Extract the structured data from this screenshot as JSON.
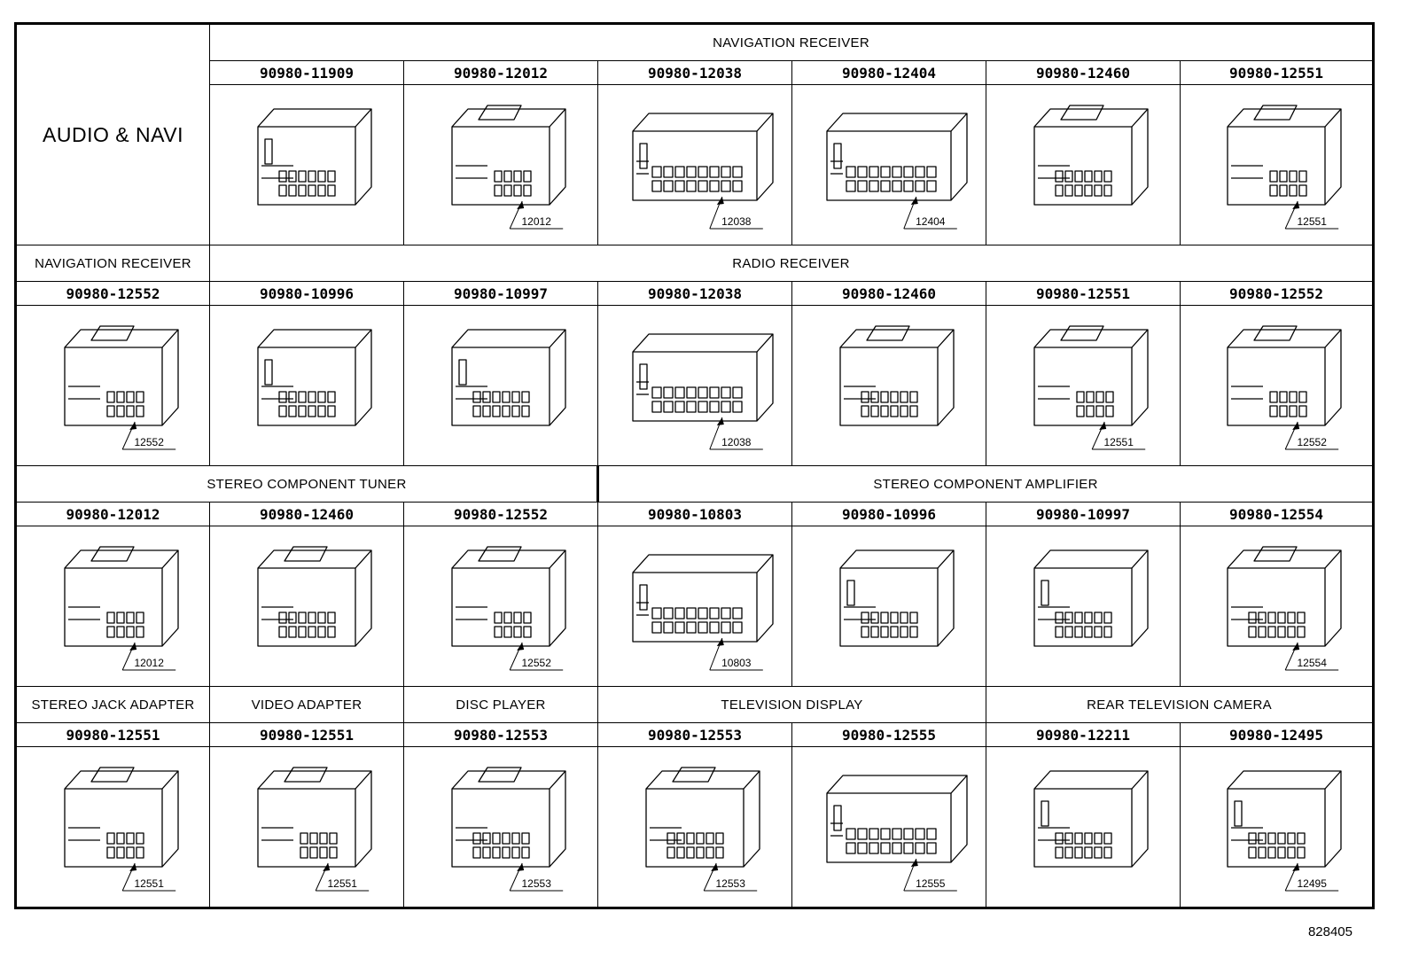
{
  "section_title": "AUDIO & NAVI",
  "footer_id": "828405",
  "bands": [
    {
      "groups": [
        "NAVIGATION RECEIVER"
      ],
      "parts": [
        {
          "part_number": "90980-11909",
          "label": "",
          "shape": 1
        },
        {
          "part_number": "90980-12012",
          "label": "12012",
          "shape": 2
        },
        {
          "part_number": "90980-12038",
          "label": "12038",
          "shape": 3
        },
        {
          "part_number": "90980-12404",
          "label": "12404",
          "shape": 3
        },
        {
          "part_number": "90980-12460",
          "label": "",
          "shape": 0
        },
        {
          "part_number": "90980-12551",
          "label": "12551",
          "shape": 2
        }
      ]
    },
    {
      "groups": [
        "NAVIGATION RECEIVER",
        "RADIO RECEIVER"
      ],
      "parts": [
        {
          "part_number": "90980-12552",
          "label": "12552",
          "shape": 2
        },
        {
          "part_number": "90980-10996",
          "label": "",
          "shape": 1
        },
        {
          "part_number": "90980-10997",
          "label": "",
          "shape": 1
        },
        {
          "part_number": "90980-12038",
          "label": "12038",
          "shape": 3
        },
        {
          "part_number": "90980-12460",
          "label": "",
          "shape": 0
        },
        {
          "part_number": "90980-12551",
          "label": "12551",
          "shape": 2
        },
        {
          "part_number": "90980-12552",
          "label": "12552",
          "shape": 2
        }
      ]
    },
    {
      "groups": [
        "STEREO COMPONENT TUNER",
        "STEREO COMPONENT AMPLIFIER"
      ],
      "parts": [
        {
          "part_number": "90980-12012",
          "label": "12012",
          "shape": 2
        },
        {
          "part_number": "90980-12460",
          "label": "",
          "shape": 0
        },
        {
          "part_number": "90980-12552",
          "label": "12552",
          "shape": 2
        },
        {
          "part_number": "90980-10803",
          "label": "10803",
          "shape": 3
        },
        {
          "part_number": "90980-10996",
          "label": "",
          "shape": 1
        },
        {
          "part_number": "90980-10997",
          "label": "",
          "shape": 1
        },
        {
          "part_number": "90980-12554",
          "label": "12554",
          "shape": 0
        }
      ]
    },
    {
      "groups": [
        "STEREO JACK ADAPTER",
        "VIDEO ADAPTER",
        "DISC PLAYER",
        "TELEVISION DISPLAY",
        "REAR TELEVISION CAMERA"
      ],
      "parts": [
        {
          "part_number": "90980-12551",
          "label": "12551",
          "shape": 2
        },
        {
          "part_number": "90980-12551",
          "label": "12551",
          "shape": 2
        },
        {
          "part_number": "90980-12553",
          "label": "12553",
          "shape": 0
        },
        {
          "part_number": "90980-12553",
          "label": "12553",
          "shape": 0
        },
        {
          "part_number": "90980-12555",
          "label": "12555",
          "shape": 3
        },
        {
          "part_number": "90980-12211",
          "label": "",
          "shape": 1
        },
        {
          "part_number": "90980-12495",
          "label": "12495",
          "shape": 1
        }
      ]
    }
  ]
}
